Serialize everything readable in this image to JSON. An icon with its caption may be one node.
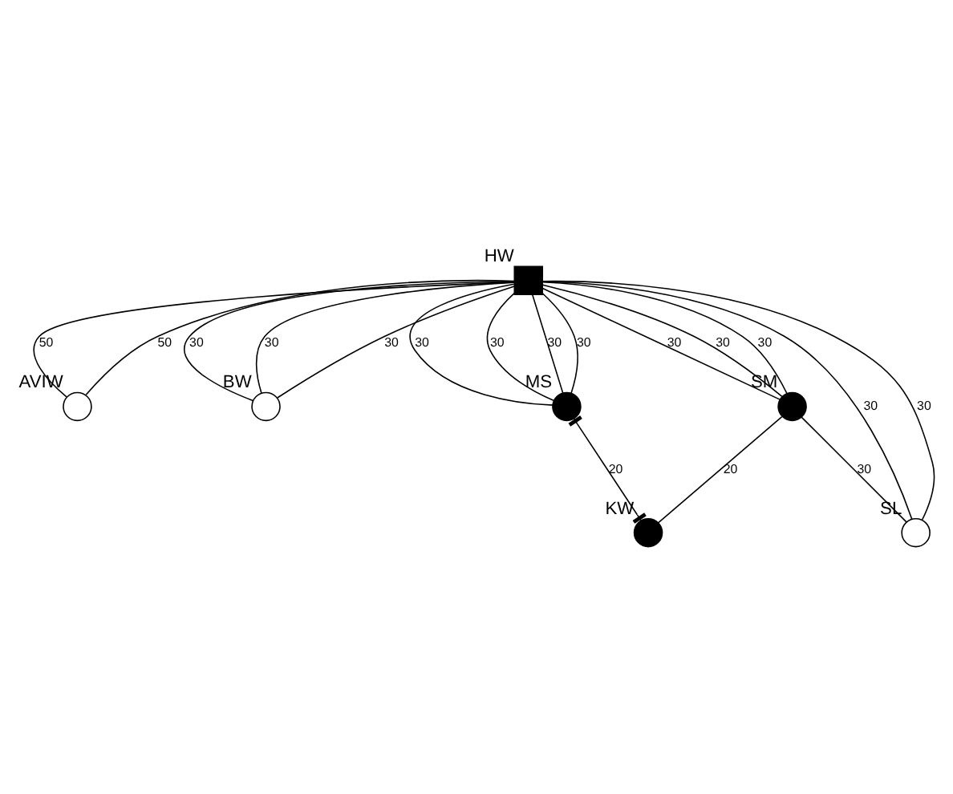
{
  "diagram": {
    "nodes": [
      {
        "text": [],
        "shape": "box",
        "beside": [
          "HW"
        ]
      },
      {
        "text": [],
        "shape": "circle",
        "beside": [
          "AVIW"
        ]
      },
      {
        "text": [],
        "shape": "circle",
        "beside": [
          "BW"
        ]
      },
      {
        "text": [],
        "shape": "circle",
        "beside": [
          "MS"
        ]
      },
      {
        "text": [],
        "shape": "circle",
        "beside": [
          "SM"
        ]
      },
      {
        "text": [],
        "shape": "circle",
        "beside": [
          "KW"
        ]
      },
      {
        "text": [],
        "shape": "circle",
        "beside": [
          "SL"
        ]
      }
    ],
    "edges": [
      {
        "from": 0,
        "to": 2,
        "arrow": "none",
        "label": "30"
      },
      {
        "from": 0,
        "to": 2,
        "arrow": "none",
        "label": "30"
      },
      {
        "from": 0,
        "to": 2,
        "arrow": "none",
        "label": "30"
      },
      {
        "from": 0,
        "to": 1,
        "arrow": "none",
        "label": "50"
      },
      {
        "from": 0,
        "to": 1,
        "arrow": "none",
        "label": "50"
      },
      {
        "from": 0,
        "to": 4,
        "arrow": "none",
        "label": "30"
      },
      {
        "from": 0,
        "to": 4,
        "arrow": "none",
        "label": "30"
      },
      {
        "from": 0,
        "to": 4,
        "arrow": "none",
        "label": "30"
      },
      {
        "from": 0,
        "to": 6,
        "arrow": "none",
        "label": "30"
      },
      {
        "from": 0,
        "to": 6,
        "arrow": "none",
        "label": "30"
      },
      {
        "from": 0,
        "to": 3,
        "arrow": "none",
        "label": "30"
      },
      {
        "from": 0,
        "to": 3,
        "arrow": "none",
        "label": "30"
      },
      {
        "from": 0,
        "to": 3,
        "arrow": "none",
        "label": "30"
      },
      {
        "from": 0,
        "to": 3,
        "arrow": "none",
        "label": "30"
      },
      {
        "from": 3,
        "to": 5,
        "arrow": "other",
        "label": "20"
      },
      {
        "from": 4,
        "to": 5,
        "arrow": "none",
        "label": "20"
      },
      {
        "from": 4,
        "to": 6,
        "arrow": "none",
        "label": "30"
      }
    ]
  }
}
